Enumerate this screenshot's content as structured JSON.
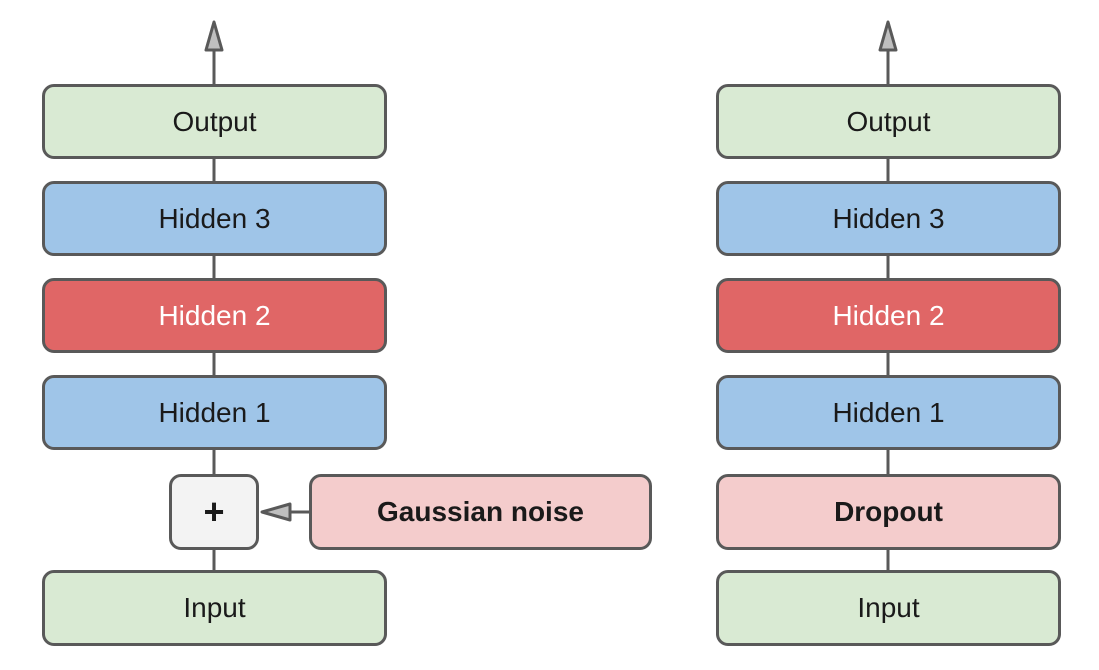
{
  "colors": {
    "io_fill": "#d9ead3",
    "hidden_fill": "#9fc5e8",
    "highlight_fill": "#e06666",
    "noise_fill": "#f4cccc",
    "plus_fill": "#f3f3f3",
    "stroke": "#595959",
    "highlight_text": "#ffffff"
  },
  "left": {
    "output": "Output",
    "hidden3": "Hidden 3",
    "hidden2": "Hidden 2",
    "hidden1": "Hidden 1",
    "plus": "+",
    "noise": "Gaussian noise",
    "input": "Input"
  },
  "right": {
    "output": "Output",
    "hidden3": "Hidden 3",
    "hidden2": "Hidden 2",
    "hidden1": "Hidden 1",
    "dropout": "Dropout",
    "input": "Input"
  }
}
